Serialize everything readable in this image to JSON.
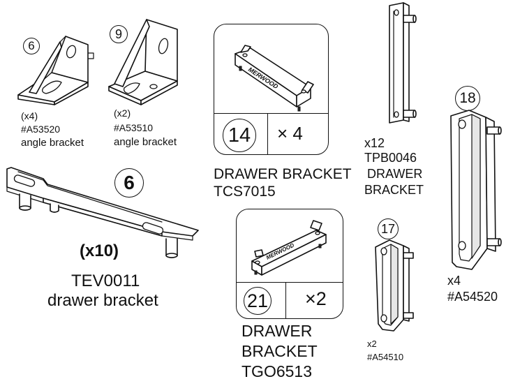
{
  "items": {
    "angle_bracket_a": {
      "number": "6",
      "qty": "(x4)",
      "code": "#A53520",
      "name": "angle bracket"
    },
    "angle_bracket_b": {
      "number": "9",
      "qty": "(x2)",
      "code": "#A53510",
      "name": "angle bracket"
    },
    "tcs7015": {
      "number": "14",
      "qty": "× 4",
      "name_line1": "DRAWER BRACKET",
      "name_line2": "TCS7015",
      "brand_mark": "MERWOOD"
    },
    "tpb0046": {
      "qty": "x12",
      "code": "TPB0046",
      "name_line1": "DRAWER",
      "name_line2": "BRACKET"
    },
    "a54520": {
      "number": "18",
      "qty": "x4",
      "code": "#A54520"
    },
    "tev0011": {
      "number": "6",
      "qty": "(x10)",
      "code": "TEV0011",
      "name": "drawer bracket"
    },
    "tgo6513": {
      "number": "21",
      "qty": "×2",
      "name_line1": "DRAWER",
      "name_line2": "BRACKET",
      "name_line3": "TGO6513",
      "brand_mark": "MERWOOD"
    },
    "a54510": {
      "number": "17",
      "qty": "x2",
      "code": "#A54510"
    }
  }
}
